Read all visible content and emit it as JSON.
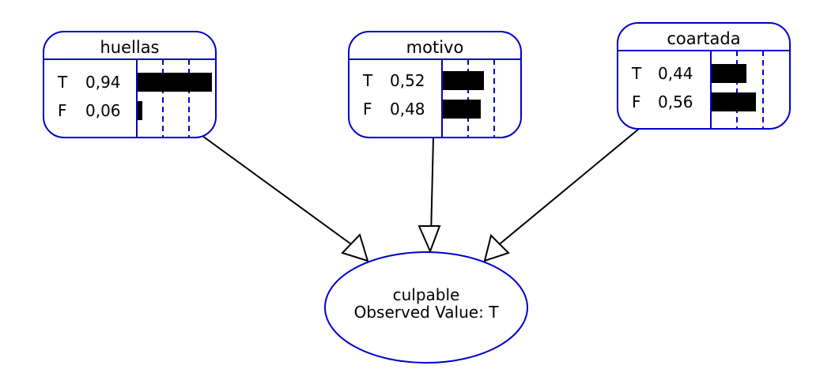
{
  "nodes": [
    {
      "name": "huellas",
      "states": [
        {
          "label": "T",
          "value": "0,94",
          "prob": 0.94
        },
        {
          "label": "F",
          "value": "0,06",
          "prob": 0.06
        }
      ]
    },
    {
      "name": "motivo",
      "states": [
        {
          "label": "T",
          "value": "0,52",
          "prob": 0.52
        },
        {
          "label": "F",
          "value": "0,48",
          "prob": 0.48
        }
      ]
    },
    {
      "name": "coartada",
      "states": [
        {
          "label": "T",
          "value": "0,44",
          "prob": 0.44
        },
        {
          "label": "F",
          "value": "0,56",
          "prob": 0.56
        }
      ]
    }
  ],
  "evidence_node": {
    "name": "culpable",
    "observed": "Observed Value: T"
  },
  "edges": [
    {
      "from": "huellas",
      "to": "culpable"
    },
    {
      "from": "motivo",
      "to": "culpable"
    },
    {
      "from": "coartada",
      "to": "culpable"
    }
  ],
  "colors": {
    "node_border": "#0000cc",
    "bar": "#000000",
    "edge": "#000000"
  }
}
